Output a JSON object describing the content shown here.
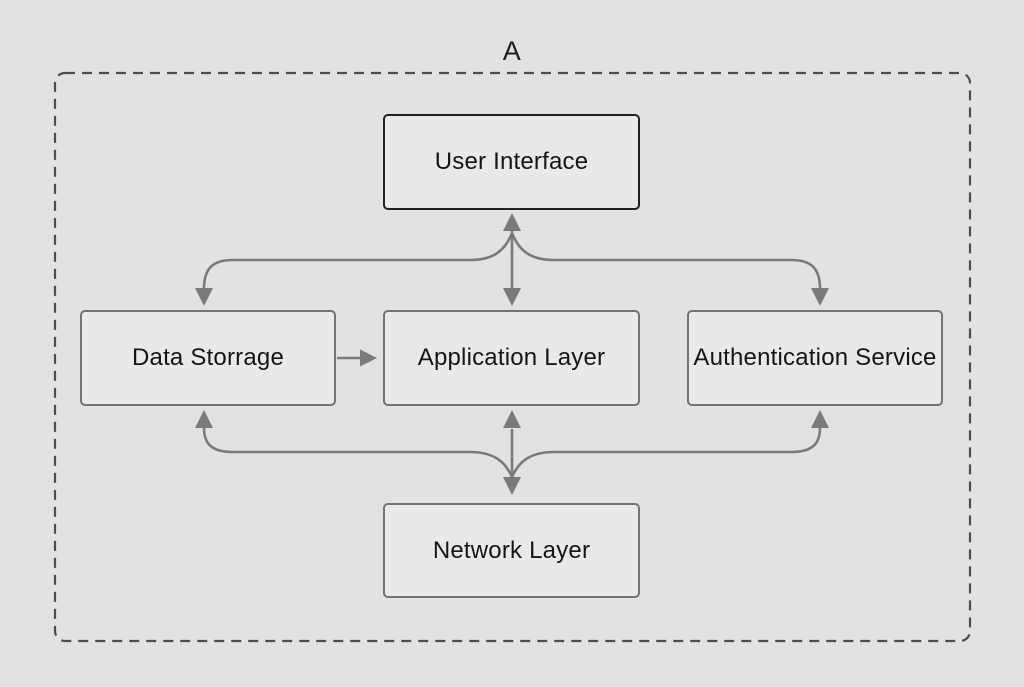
{
  "diagram": {
    "type": "architecture-diagram",
    "container_label": "A",
    "nodes": {
      "user_interface": {
        "label": "User Interface"
      },
      "data_storage": {
        "label": "Data Storrage"
      },
      "application_layer": {
        "label": "Application Layer"
      },
      "authentication_service": {
        "label": "Authentication Service"
      },
      "network_layer": {
        "label": "Network Layer"
      }
    },
    "edges": [
      {
        "from": "user_interface",
        "to": "application_layer",
        "style": "double-headed-vertical"
      },
      {
        "from": "user_interface",
        "to": "data_storage",
        "style": "curved-branch-down"
      },
      {
        "from": "user_interface",
        "to": "authentication_service",
        "style": "curved-branch-down"
      },
      {
        "from": "data_storage",
        "to": "application_layer",
        "style": "single-horizontal"
      },
      {
        "from": "application_layer",
        "to": "network_layer",
        "style": "double-headed-vertical"
      },
      {
        "from": "network_layer",
        "to": "data_storage",
        "style": "curved-branch-up"
      },
      {
        "from": "network_layer",
        "to": "authentication_service",
        "style": "curved-branch-up"
      }
    ],
    "colors": {
      "background": "#e3e2e1",
      "node_fill": "#eae9e8",
      "node_border": "#747474",
      "user_interface_border": "#212121",
      "arrow": "#7a7a7a",
      "dashed_border": "#4d4d4d",
      "text": "#151515"
    }
  }
}
